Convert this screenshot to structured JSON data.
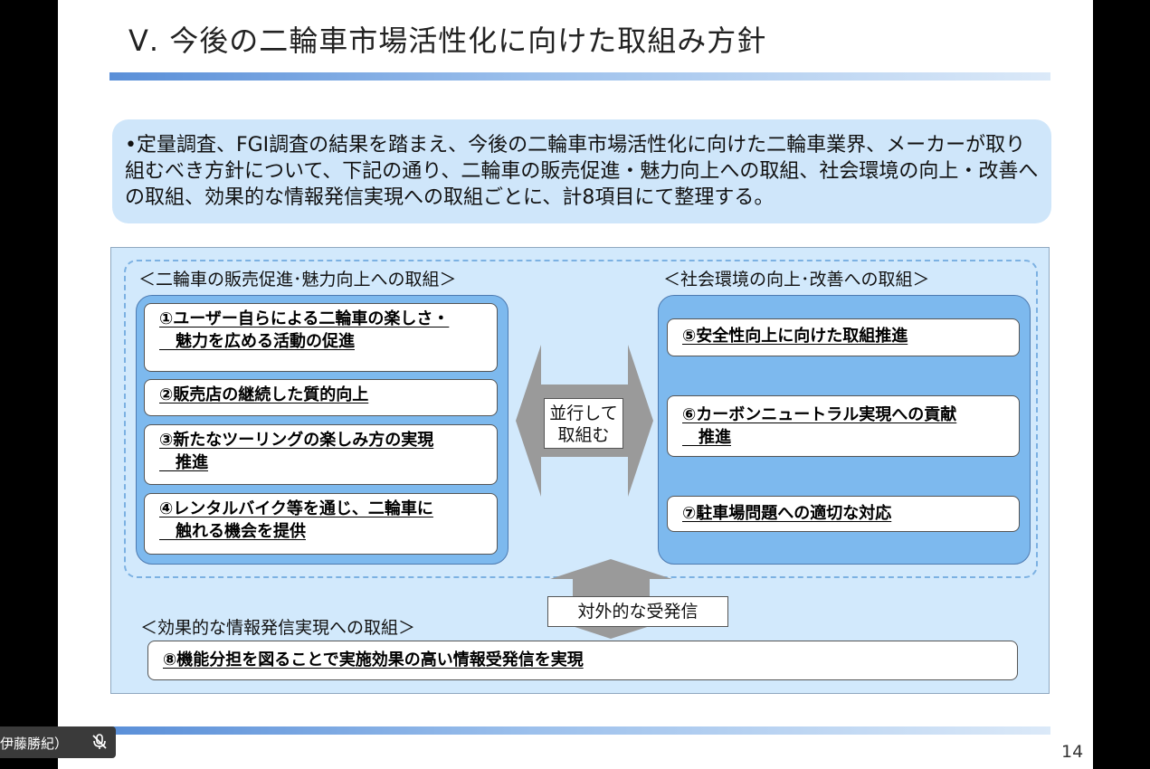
{
  "slide": {
    "title": "Ⅴ. 今後の二輪車市場活性化に向けた取組み方針",
    "summary": "•定量調査、FGI調査の結果を踏まえ、今後の二輪車市場活性化に向けた二輪車業界、メーカーが取り組むべき方針について、下記の通り、二輪車の販売促進・魅力向上への取組、社会環境の向上・改善への取組、効果的な情報発信実現への取組ごとに、計8項目にて整理する。",
    "left_section": {
      "label": "＜二輪車の販売促進･魅力向上への取組＞",
      "items": [
        "①ユーザー自らによる二輪車の楽しさ・\n　魅力を広める活動の促進",
        "②販売店の継続した質的向上",
        "③新たなツーリングの楽しみ方の実現\n　推進",
        "④レンタルバイク等を通じ、二輪車に\n　触れる機会を提供"
      ]
    },
    "center_label": "並行して\n取組む",
    "right_section": {
      "label": "＜社会環境の向上･改善への取組＞",
      "items": [
        "⑤安全性向上に向けた取組推進",
        "⑥カーボンニュートラル実現への貢献\n　推進",
        "⑦駐車場問題への適切な対応"
      ]
    },
    "bottom_section": {
      "label": "＜効果的な情報発信実現への取組＞",
      "connector_label": "対外的な受発信",
      "item": "⑧機能分担を図ることで実施効果の高い情報受発信を実現"
    },
    "page_number": "14"
  },
  "participant": {
    "name": "伊藤勝紀）",
    "mic_icon": "mic-muted-icon"
  }
}
